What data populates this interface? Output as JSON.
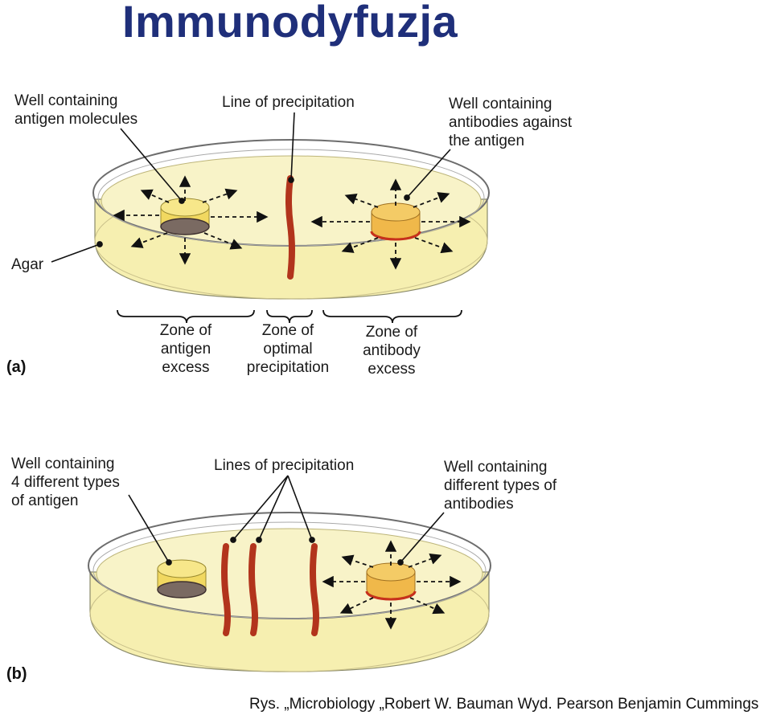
{
  "title": "Immunodyfuzja",
  "panel_a": {
    "tag": "(a)",
    "label_antigen_well": "Well containing\nantigen molecules",
    "label_line": "Line of precipitation",
    "label_antibody_well": "Well containing\nantibodies against\nthe antigen",
    "label_agar": "Agar",
    "zone_antigen": "Zone of\nantigen\nexcess",
    "zone_optimal": "Zone of\noptimal\nprecipitation",
    "zone_antibody": "Zone of\nantibody\nexcess"
  },
  "panel_b": {
    "tag": "(b)",
    "label_antigen_well": "Well containing\n4 different types\nof antigen",
    "label_lines": "Lines of precipitation",
    "label_antibody_well": "Well containing\ndifferent types of\nantibodies"
  },
  "credit": "Rys. „Microbiology „Robert W. Bauman Wyd. Pearson Benjamin Cummings",
  "colors": {
    "title": "#1f2f7a",
    "agar": "#f6efb0",
    "well_antigen": "#f1d860",
    "well_antibody": "#f0b84a",
    "precipitate": "#b2341c"
  }
}
